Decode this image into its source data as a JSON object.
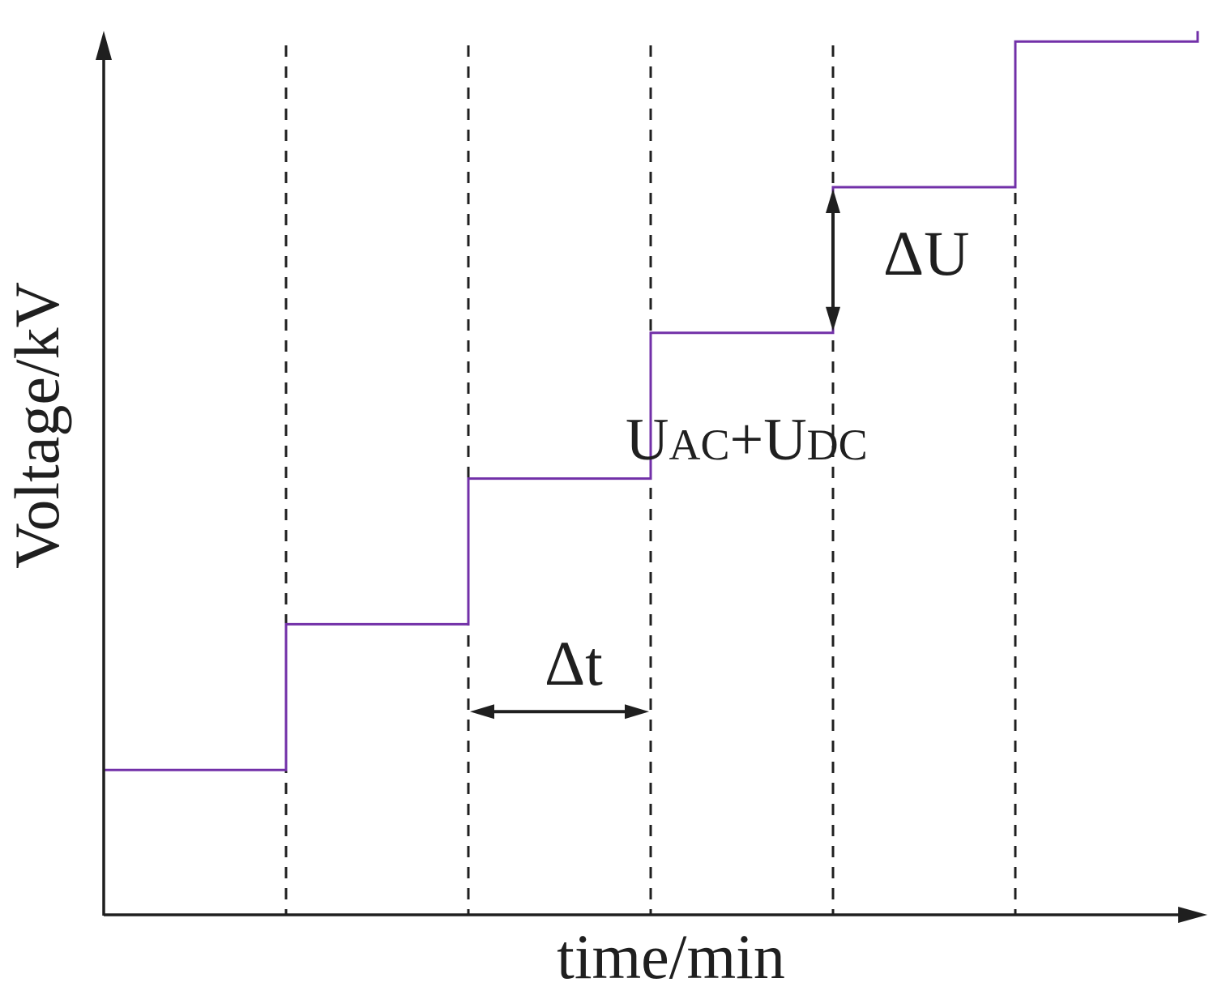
{
  "figure": {
    "description": "Staircase step-voltage test profile: voltage rises by equal increments held for equal durations",
    "background_color": "#ffffff",
    "axis_color": "#1f1f1f",
    "step_color": "#7230a8",
    "y_axis_label": "Voltage/kV",
    "x_axis_label": "time/min"
  },
  "labels": {
    "delta_u": "ΔU",
    "delta_t": "Δt",
    "sum_main_1": "U",
    "sum_sub_1": "AC",
    "sum_main_2": "+U",
    "sum_sub_2": "DC"
  },
  "chart_data": {
    "type": "line",
    "subtype": "staircase_step_function",
    "title": "",
    "xlabel": "time/min",
    "ylabel": "Voltage/kV",
    "x_tick_labels": [],
    "y_tick_labels": [],
    "x_unit_per_step": "Δt",
    "y_unit_per_step": "ΔU",
    "steps": [
      {
        "t_start": 0,
        "t_end": 1,
        "level": 1
      },
      {
        "t_start": 1,
        "t_end": 2,
        "level": 2
      },
      {
        "t_start": 2,
        "t_end": 3,
        "level": 3
      },
      {
        "t_start": 3,
        "t_end": 4,
        "level": 4
      },
      {
        "t_start": 4,
        "t_end": 5,
        "level": 5
      },
      {
        "t_start": 5,
        "t_end": 6,
        "level": 6
      }
    ],
    "trailing_rise_after_last_step": true,
    "dashed_guides_t": [
      1,
      2,
      3,
      4,
      5
    ],
    "grid": "vertical dashed guides only",
    "legend": null,
    "annotations": [
      {
        "id": "delta-u",
        "kind": "vertical-double-arrow",
        "text": "ΔU",
        "at_t": 4,
        "from_level": 4,
        "to_level": 5
      },
      {
        "id": "delta-t",
        "kind": "horizontal-double-arrow",
        "text": "Δt",
        "from_t": 2,
        "to_t": 3,
        "mid_levels": [
          1,
          2
        ]
      },
      {
        "id": "sum-voltage",
        "kind": "text",
        "text": "UAC+UDC",
        "position": "right of the level-3 to level-4 riser"
      }
    ]
  }
}
